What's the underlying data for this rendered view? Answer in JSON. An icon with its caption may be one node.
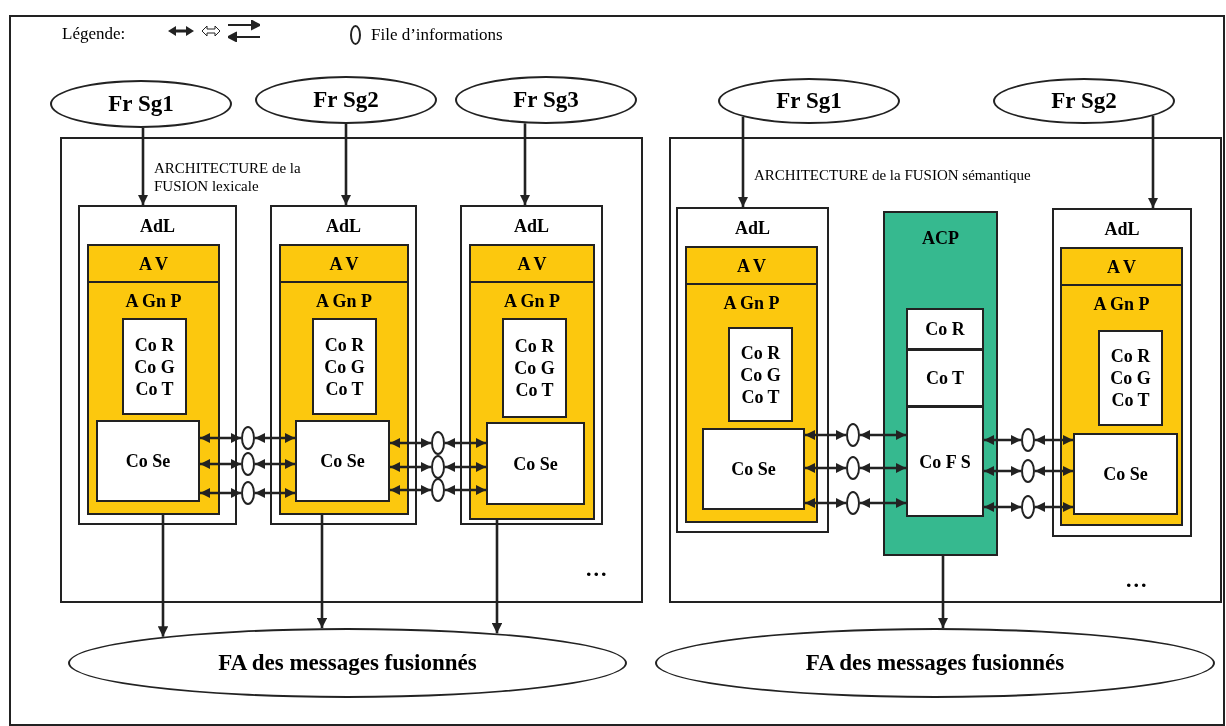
{
  "diagram": {
    "nodes": [
      {
        "text": [
          "Fr Sg1"
        ]
      },
      {
        "text": [
          "Fr Sg2"
        ]
      },
      {
        "text": [
          "Fr Sg3"
        ]
      },
      {
        "text": [
          "ARCHITECTURE de la FUSION lexicale"
        ]
      },
      {
        "text": [
          "AdL"
        ],
        "in": 3
      },
      {
        "text": [
          "A V",
          "A Gn P"
        ],
        "in": 4
      },
      {
        "text": [
          "Co R",
          "Co G",
          "Co T"
        ],
        "in": 5
      },
      {
        "text": [
          "Co Se"
        ],
        "in": 5
      },
      {
        "text": [
          "AdL"
        ],
        "in": 3
      },
      {
        "text": [
          "A V",
          "A Gn P"
        ],
        "in": 8
      },
      {
        "text": [
          "Co R",
          "Co G",
          "Co T"
        ],
        "in": 9
      },
      {
        "text": [
          "Co Se"
        ],
        "in": 9
      },
      {
        "text": [
          "AdL"
        ],
        "in": 3
      },
      {
        "text": [
          "A V",
          "A Gn P"
        ],
        "in": 12
      },
      {
        "text": [
          "Co R",
          "Co G",
          "Co T"
        ],
        "in": 13
      },
      {
        "text": [
          "Co Se"
        ],
        "in": 13
      },
      {
        "text": [],
        "shape": "ellipse",
        "in": 3
      },
      {
        "text": [],
        "shape": "ellipse",
        "in": 3
      },
      {
        "text": [],
        "shape": "ellipse",
        "in": 3
      },
      {
        "text": [],
        "shape": "ellipse",
        "in": 3
      },
      {
        "text": [],
        "shape": "ellipse",
        "in": 3
      },
      {
        "text": [],
        "shape": "ellipse",
        "in": 3
      },
      {
        "text": [
          "FA des messages fusionnés"
        ]
      },
      {
        "text": [
          "Fr Sg1"
        ]
      },
      {
        "text": [
          "Fr Sg2"
        ]
      },
      {
        "text": [
          "ARCHITECTURE de la FUSION sémantique"
        ]
      },
      {
        "text": [
          "AdL"
        ],
        "in": 25
      },
      {
        "text": [
          "A V",
          "A Gn P"
        ],
        "in": 26
      },
      {
        "text": [
          "Co R",
          "Co G",
          "Co T"
        ],
        "in": 27
      },
      {
        "text": [
          "Co Se"
        ],
        "in": 27
      },
      {
        "text": [
          "ACP"
        ],
        "in": 25
      },
      {
        "text": [
          "Co R"
        ],
        "in": 30
      },
      {
        "text": [
          "Co T"
        ],
        "in": 30
      },
      {
        "text": [
          "Co F S"
        ],
        "in": 30
      },
      {
        "text": [
          "AdL"
        ],
        "in": 25
      },
      {
        "text": [
          "A V",
          "A Gn P"
        ],
        "in": 34
      },
      {
        "text": [
          "Co R",
          "Co G",
          "Co T"
        ],
        "in": 35
      },
      {
        "text": [
          "Co Se"
        ],
        "in": 35
      },
      {
        "text": [],
        "shape": "ellipse",
        "in": 25
      },
      {
        "text": [],
        "shape": "ellipse",
        "in": 25
      },
      {
        "text": [],
        "shape": "ellipse",
        "in": 25
      },
      {
        "text": [],
        "shape": "ellipse",
        "in": 25
      },
      {
        "text": [],
        "shape": "ellipse",
        "in": 25
      },
      {
        "text": [],
        "shape": "ellipse",
        "in": 25
      },
      {
        "text": [
          "FA des messages fusionnés"
        ]
      }
    ],
    "edges": [
      {
        "from": 0,
        "to": 4,
        "arrow": "to"
      },
      {
        "from": 1,
        "to": 8,
        "arrow": "to"
      },
      {
        "from": 2,
        "to": 12,
        "arrow": "to"
      },
      {
        "from": 7,
        "to": 16,
        "arrow": "both"
      },
      {
        "from": 16,
        "to": 11,
        "arrow": "both"
      },
      {
        "from": 7,
        "to": 17,
        "arrow": "both"
      },
      {
        "from": 17,
        "to": 11,
        "arrow": "both"
      },
      {
        "from": 7,
        "to": 18,
        "arrow": "both"
      },
      {
        "from": 18,
        "to": 11,
        "arrow": "both"
      },
      {
        "from": 11,
        "to": 19,
        "arrow": "both"
      },
      {
        "from": 19,
        "to": 15,
        "arrow": "both"
      },
      {
        "from": 11,
        "to": 20,
        "arrow": "both"
      },
      {
        "from": 20,
        "to": 15,
        "arrow": "both"
      },
      {
        "from": 11,
        "to": 21,
        "arrow": "both"
      },
      {
        "from": 21,
        "to": 15,
        "arrow": "both"
      },
      {
        "from": 5,
        "to": 22,
        "arrow": "to"
      },
      {
        "from": 9,
        "to": 22,
        "arrow": "to"
      },
      {
        "from": 13,
        "to": 22,
        "arrow": "to"
      },
      {
        "from": 23,
        "to": 26,
        "arrow": "to"
      },
      {
        "from": 24,
        "to": 34,
        "arrow": "to"
      },
      {
        "from": 29,
        "to": 38,
        "arrow": "both"
      },
      {
        "from": 38,
        "to": 33,
        "arrow": "both"
      },
      {
        "from": 29,
        "to": 39,
        "arrow": "both"
      },
      {
        "from": 39,
        "to": 33,
        "arrow": "both"
      },
      {
        "from": 29,
        "to": 40,
        "arrow": "both"
      },
      {
        "from": 40,
        "to": 33,
        "arrow": "both"
      },
      {
        "from": 33,
        "to": 41,
        "arrow": "both"
      },
      {
        "from": 41,
        "to": 37,
        "arrow": "both"
      },
      {
        "from": 33,
        "to": 42,
        "arrow": "both"
      },
      {
        "from": 42,
        "to": 37,
        "arrow": "both"
      },
      {
        "from": 33,
        "to": 43,
        "arrow": "both"
      },
      {
        "from": 43,
        "to": 37,
        "arrow": "both"
      },
      {
        "from": 30,
        "to": 44,
        "arrow": "to"
      }
    ],
    "labels": [
      "Légende:",
      "...",
      "..."
    ],
    "legend": [
      {
        "text": "File d’informations"
      }
    ]
  }
}
